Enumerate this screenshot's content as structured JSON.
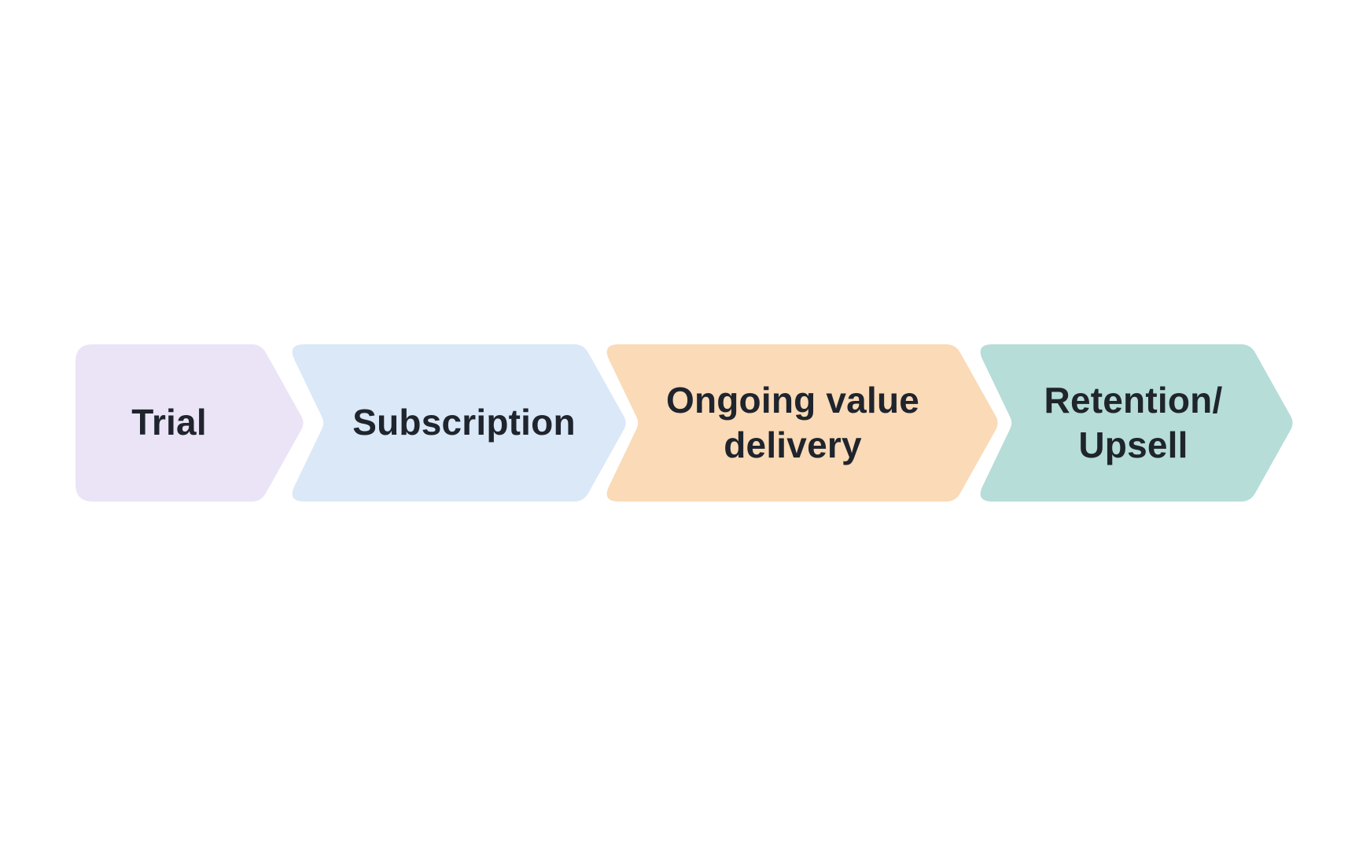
{
  "diagram": {
    "type": "process-flow",
    "background": "#FFFFFF",
    "text_color": "#1F242D",
    "steps": [
      {
        "label": "Trial",
        "color": "#EAE4F6"
      },
      {
        "label": "Subscription",
        "color": "#DAE8F8"
      },
      {
        "label": "Ongoing value\ndelivery",
        "color": "#FADAB7"
      },
      {
        "label": "Retention/\nUpsell",
        "color": "#B6DDD8"
      }
    ]
  }
}
